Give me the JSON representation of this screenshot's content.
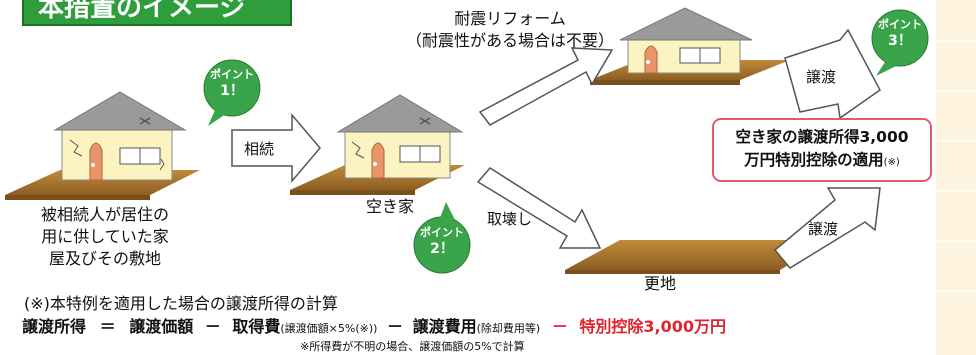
{
  "title": "本措置のイメージ",
  "houses": {
    "left_caption": [
      "被相続人が居住の",
      "用に供していた家",
      "屋及びその敷地"
    ],
    "middle_caption": "空き家"
  },
  "arrows": {
    "inherit": "相続",
    "renovation": [
      "耐震リフォーム",
      "（耐震性がある場合は不要）"
    ],
    "demolish": "取壊し",
    "transfer_top": "譲渡",
    "transfer_bottom": "譲渡"
  },
  "vacant_lot": "更地",
  "badges": [
    {
      "line1": "ポイント",
      "line2": "1！"
    },
    {
      "line1": "ポイント",
      "line2": "2！"
    },
    {
      "line1": "ポイント",
      "line2": "3！"
    }
  ],
  "callout": {
    "line1": "空き家の譲渡所得3,000",
    "line2": "万円特別控除の適用",
    "note": "(※)"
  },
  "calc": {
    "title": "(※)本特例を適用した場合の譲渡所得の計算",
    "term_income": "譲渡所得",
    "eq": "＝",
    "term_price": "譲渡価額",
    "minus": "－",
    "term_acq": "取得費",
    "term_acq_note": "(譲渡価額×5%(※))",
    "term_cost": "譲渡費用",
    "term_cost_note": "(除却費用等)",
    "term_special": "特別控除3,000万円",
    "footnote": "※所得費が不明の場合、譲渡価額の5%で計算"
  },
  "colors": {
    "title_bg": "#2e9e3c",
    "badge": "#3aa44a",
    "ground": "#a8742c",
    "wall": "#fbf3c0",
    "roof": "#9a9a9a",
    "door": "#e8956a",
    "callout_border": "#e05a6a",
    "special_red": "#e0242f"
  }
}
